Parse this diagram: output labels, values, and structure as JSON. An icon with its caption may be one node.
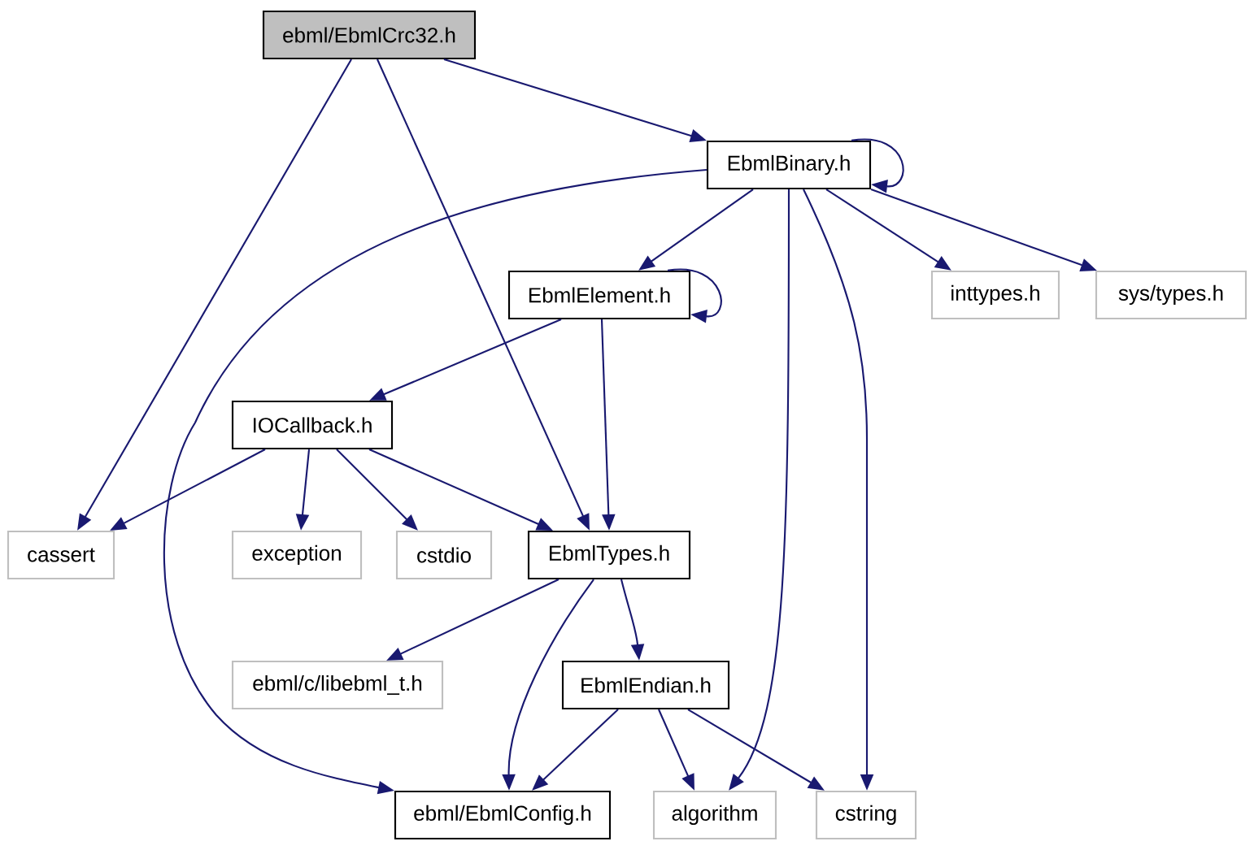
{
  "diagram": {
    "nodes": [
      {
        "text": [
          "ebml/EbmlCrc32.h"
        ]
      },
      {
        "text": [
          "EbmlBinary.h"
        ]
      },
      {
        "text": [
          "EbmlElement.h"
        ]
      },
      {
        "text": [
          "inttypes.h"
        ]
      },
      {
        "text": [
          "sys/types.h"
        ]
      },
      {
        "text": [
          "IOCallback.h"
        ]
      },
      {
        "text": [
          "cassert"
        ]
      },
      {
        "text": [
          "exception"
        ]
      },
      {
        "text": [
          "cstdio"
        ]
      },
      {
        "text": [
          "EbmlTypes.h"
        ]
      },
      {
        "text": [
          "ebml/c/libebml_t.h"
        ]
      },
      {
        "text": [
          "EbmlEndian.h"
        ]
      },
      {
        "text": [
          "ebml/EbmlConfig.h"
        ]
      },
      {
        "text": [
          "algorithm"
        ]
      },
      {
        "text": [
          "cstring"
        ]
      }
    ],
    "edges": [
      {
        "from": 0,
        "to": 1,
        "arrow": "to"
      },
      {
        "from": 0,
        "to": 6,
        "arrow": "to"
      },
      {
        "from": 0,
        "to": 9,
        "arrow": "to"
      },
      {
        "from": 1,
        "to": 1,
        "arrow": "to"
      },
      {
        "from": 1,
        "to": 2,
        "arrow": "to"
      },
      {
        "from": 1,
        "to": 12,
        "arrow": "to"
      },
      {
        "from": 1,
        "to": 13,
        "arrow": "to"
      },
      {
        "from": 1,
        "to": 14,
        "arrow": "to"
      },
      {
        "from": 1,
        "to": 3,
        "arrow": "to"
      },
      {
        "from": 1,
        "to": 4,
        "arrow": "to"
      },
      {
        "from": 2,
        "to": 2,
        "arrow": "to"
      },
      {
        "from": 2,
        "to": 5,
        "arrow": "to"
      },
      {
        "from": 2,
        "to": 9,
        "arrow": "to"
      },
      {
        "from": 5,
        "to": 6,
        "arrow": "to"
      },
      {
        "from": 5,
        "to": 7,
        "arrow": "to"
      },
      {
        "from": 5,
        "to": 8,
        "arrow": "to"
      },
      {
        "from": 5,
        "to": 9,
        "arrow": "to"
      },
      {
        "from": 9,
        "to": 10,
        "arrow": "to"
      },
      {
        "from": 9,
        "to": 11,
        "arrow": "to"
      },
      {
        "from": 9,
        "to": 12,
        "arrow": "to"
      },
      {
        "from": 11,
        "to": 12,
        "arrow": "to"
      },
      {
        "from": 11,
        "to": 13,
        "arrow": "to"
      },
      {
        "from": 11,
        "to": 14,
        "arrow": "to"
      }
    ]
  }
}
